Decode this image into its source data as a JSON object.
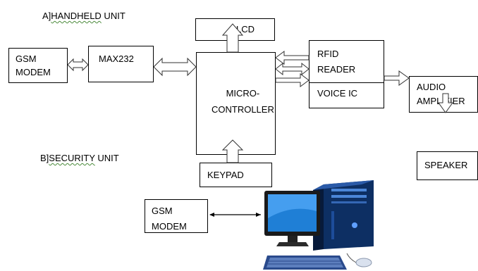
{
  "sections": {
    "handheld": {
      "prefix": "A]",
      "underlined": "HANDHELD",
      "suffix": " UNIT"
    },
    "security": {
      "prefix": "B]",
      "underlined": "SECURITY",
      "suffix": " UNIT"
    }
  },
  "blocks": {
    "lcd": "LCD",
    "gsm_modem_handheld": "GSM\nMODEM",
    "max232": "MAX232",
    "microcontroller": "MICRO-\nCONTROLLER",
    "rfid_reader": "RFID\nREADER",
    "voice_ic": "VOICE IC",
    "audio_amplifier": "AUDIO\nAMPLIFIER",
    "keypad": "KEYPAD",
    "speaker": "SPEAKER",
    "gsm_modem_security": "GSM\nMODEM"
  },
  "colors": {
    "arrow_outline": "#333333",
    "monitor_frame": "#1a1a1a",
    "monitor_screen": "#1f7fd6",
    "tower": "#0d2f63",
    "keyboard": "#2a4a8c"
  },
  "icons": [
    "desktop-computer-icon"
  ]
}
